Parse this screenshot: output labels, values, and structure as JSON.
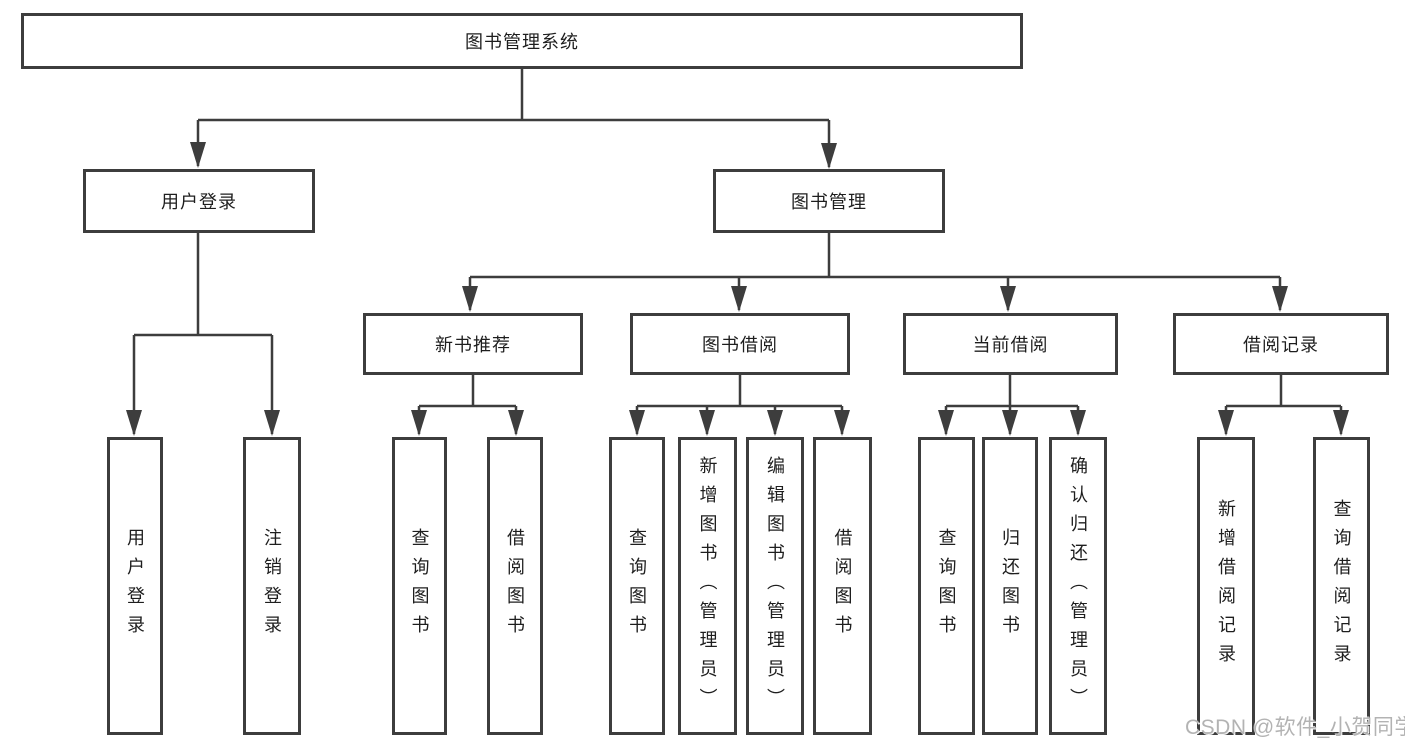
{
  "diagram": {
    "root": {
      "label": "图书管理系统"
    },
    "level2": [
      {
        "label": "用户登录"
      },
      {
        "label": "图书管理"
      }
    ],
    "level3": [
      {
        "label": "新书推荐"
      },
      {
        "label": "图书借阅"
      },
      {
        "label": "当前借阅"
      },
      {
        "label": "借阅记录"
      }
    ],
    "level4": [
      {
        "label": "用户登录"
      },
      {
        "label": "注销登录"
      },
      {
        "label": "查询图书"
      },
      {
        "label": "借阅图书"
      },
      {
        "label": "查询图书"
      },
      {
        "label": "新增图书（管理员）"
      },
      {
        "label": "编辑图书（管理员）"
      },
      {
        "label": "借阅图书"
      },
      {
        "label": "查询图书"
      },
      {
        "label": "归还图书"
      },
      {
        "label": "确认归还（管理员）"
      },
      {
        "label": "新增借阅记录"
      },
      {
        "label": "查询借阅记录"
      }
    ],
    "watermark": {
      "text": "CSDN @软件_小贺同学"
    },
    "colors": {
      "line": "#3d3d3d",
      "text": "#1e1e1e",
      "watermark": "#b3b3b3",
      "background": "#ffffff"
    }
  }
}
